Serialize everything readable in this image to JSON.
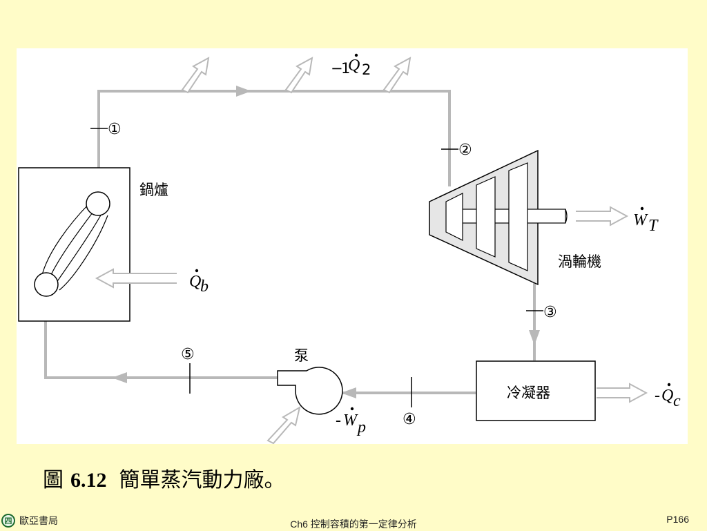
{
  "diagram": {
    "labels": {
      "boiler": "鍋爐",
      "turbine": "渦輪機",
      "condenser": "冷凝器",
      "pump": "泵"
    },
    "states": [
      "①",
      "②",
      "③",
      "④",
      "⑤"
    ],
    "quantities": {
      "q12_sign": "−",
      "q12_sub": "1",
      "q12_symbol": "Q",
      "q12_sub2": "2",
      "qb_symbol": "Q",
      "qb_sub": "b",
      "wt_symbol": "W",
      "wt_sub": "T",
      "qc_sign": "-",
      "qc_symbol": "Q",
      "qc_sub": "c",
      "wp_sign": "-",
      "wp_symbol": "W",
      "wp_sub": "p"
    },
    "line_color": "#b8b8b8"
  },
  "caption": {
    "prefix": "圖",
    "number": "6.12",
    "text": "簡單蒸汽動力廠。"
  },
  "footer": {
    "logo_glyph": "四",
    "publisher": "歐亞書局",
    "chapter": "Ch6 控制容積的第一定律分析",
    "page": "P166"
  }
}
